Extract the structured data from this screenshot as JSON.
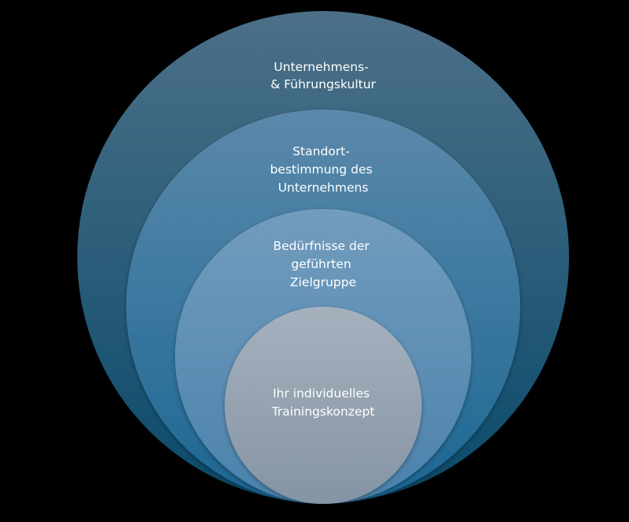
{
  "diagram": {
    "rings": [
      {
        "name": "outer",
        "lines": [
          "Unternehmens-",
          "& Führungskultur"
        ],
        "color_top": "#4c7088",
        "color_bottom": "#0a4a6b"
      },
      {
        "name": "second",
        "lines": [
          "Standort-",
          "bestimmung des",
          "Unternehmens"
        ],
        "color_top": "#5b89ab",
        "color_bottom": "#1b6793"
      },
      {
        "name": "third",
        "lines": [
          "Bedürfnisse der",
          "geführten",
          "Zielgruppe"
        ],
        "color_top": "#729cbd",
        "color_bottom": "#4a82ad"
      },
      {
        "name": "inner",
        "lines": [
          "Ihr individuelles",
          "Trainingskonzept"
        ],
        "color_top": "#a5b1bd",
        "color_bottom": "#8594a4"
      }
    ]
  }
}
